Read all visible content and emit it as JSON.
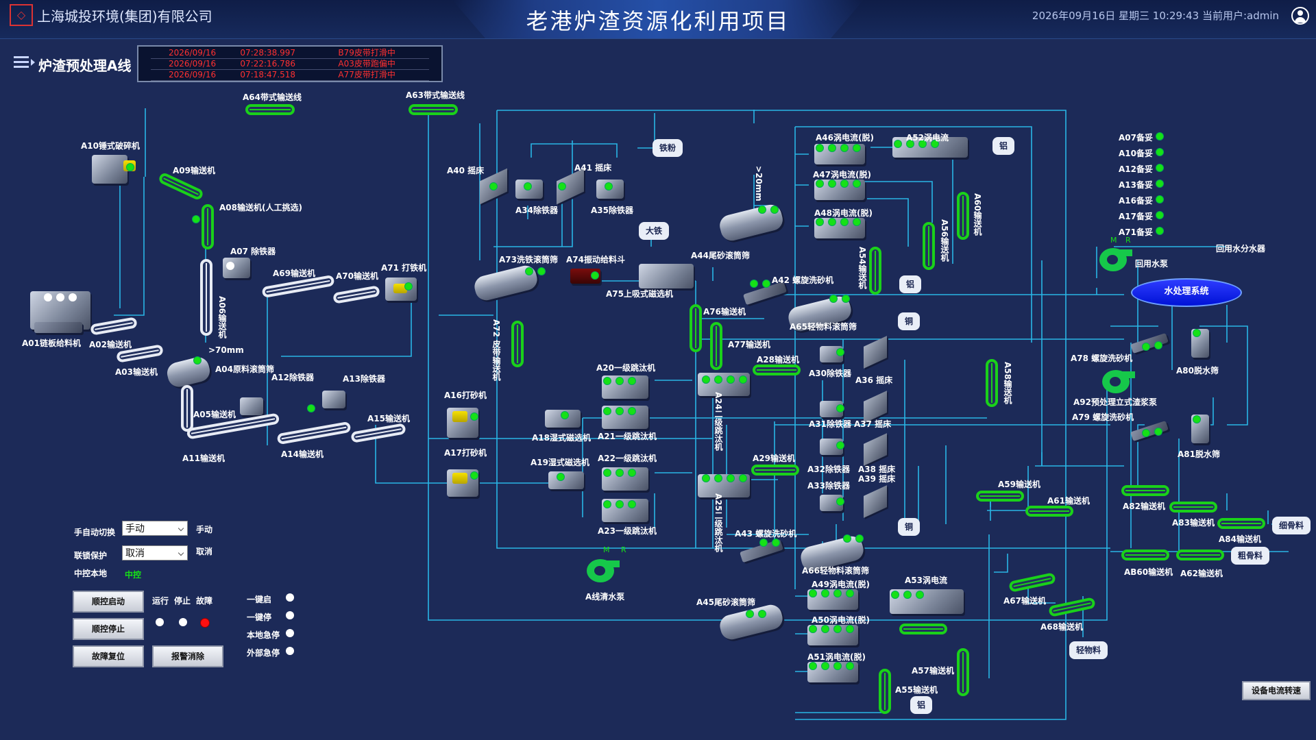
{
  "header": {
    "company": "上海城投环境(集团)有限公司",
    "title": "老港炉渣资源化利用项目",
    "datetime": "2026年09月16日  星期三  10:29:43  当前用户:admin"
  },
  "line_title": "炉渣预处理A线",
  "alarms": [
    {
      "date": "2026/09/16",
      "time": "07:28:38.997",
      "msg": "B79皮带打滑中"
    },
    {
      "date": "2026/09/16",
      "time": "07:22:16.786",
      "msg": "A03皮带跑偏中"
    },
    {
      "date": "2026/09/16",
      "time": "07:18:47.518",
      "msg": "A77皮带打滑中"
    }
  ],
  "labels": {
    "a01": "A01链板给料机",
    "a02": "A02输送机",
    "a03": "A03输送机",
    "a04": "A04原料滚筒筛",
    "a05": "A05输送机",
    "a06": "A06输送机",
    "a07": "A07 除铁器",
    "a08": "A08输送机(人工挑选)",
    "a09": "A09输送机",
    "a10": "A10锤式破碎机",
    "a11": "A11输送机",
    "a12": "A12除铁器",
    "a13": "A13除铁器",
    "a14": "A14输送机",
    "a15": "A15输送机",
    "a16": "A16打砂机",
    "a17": "A17打砂机",
    "a18": "A18湿式磁选机",
    "a19": "A19湿式磁选机",
    "a20": "A20一级跳汰机",
    "a21": "A21一级跳汰机",
    "a22": "A22一级跳汰机",
    "a23": "A23一级跳汰机",
    "a24": "A24二级跳汰机",
    "a25": "A25二级跳汰机",
    "a28": "A28输送机",
    "a29": "A29输送机",
    "a30": "A30除铁器",
    "a31": "A31除铁器",
    "a32": "A32除铁器",
    "a33": "A33除铁器",
    "a34": "A34除铁器",
    "a35": "A35除铁器",
    "a36": "A36 摇床",
    "a37": "A37 摇床",
    "a38": "A38 摇床",
    "a39": "A39 摇床",
    "a40": "A40 摇床",
    "a41": "A41 摇床",
    "a42": "A42 螺旋洗砂机",
    "a43": "A43 螺旋洗砂机",
    "a44": "A44尾砂滚筒筛",
    "a45": "A45尾砂滚筒筛",
    "a46": "A46涡电流(脱)",
    "a47": "A47涡电流(脱)",
    "a48": "A48涡电流(脱)",
    "a49": "A49涡电流(脱)",
    "a50": "A50涡电流(脱)",
    "a51": "A51涡电流(脱)",
    "a52": "A52涡电流",
    "a53": "A53涡电流",
    "a54": "A54输送机",
    "a55": "A55输送机",
    "a56": "A56输送机",
    "a57": "A57输送机",
    "a58": "A58输送机",
    "a59": "A59输送机",
    "a60": "A60输送机",
    "a61": "A61输送机",
    "a62": "A62输送机",
    "a63": "A63带式输送线",
    "a64": "A64带式输送线",
    "a65": "A65轻物料滚筒筛",
    "a66": "A66轻物料滚筒筛",
    "a67": "A67输送机",
    "a68": "A68输送机",
    "a69": "A69输送机",
    "a70": "A70输送机",
    "a71": "A71 打铁机",
    "a72": "A72 皮带输送机",
    "a73": "A73洗铁滚筒筛",
    "a74": "A74振动给料斗",
    "a75": "A75上吸式磁选机",
    "a76": "A76输送机",
    "a77": "A77输送机",
    "a78": "A78 螺旋洗砂机",
    "a79": "A79 螺旋洗砂机",
    "a80": "A80脱水筛",
    "a81": "A81脱水筛",
    "a82": "A82输送机",
    "a83": "A83输送机",
    "a84": "A84输送机",
    "ab60": "AB60输送机",
    "a92": "A92预处理立式渣浆泵",
    "pump_a": "A线清水泵",
    "gt70": ">70mm",
    "gt20": ">20mm",
    "return_pump": "回用水泵",
    "return_split": "回用水分水器"
  },
  "products": {
    "iron_powder": "铁粉",
    "big_iron": "大铁",
    "al1": "铝",
    "al2": "铝",
    "al3": "铝",
    "cu1": "铜",
    "cu2": "铜",
    "fine": "细骨料",
    "coarse": "粗骨料",
    "light": "轻物料"
  },
  "water_system": "水处理系统",
  "pump_marks": {
    "m": "M",
    "r": "R"
  },
  "standby": [
    "A07备妥",
    "A10备妥",
    "A12备妥",
    "A13备妥",
    "A16备妥",
    "A17备妥",
    "A71备妥"
  ],
  "controls": {
    "mode_label": "手自动切换",
    "mode_value": "手动",
    "mode_status": "手动",
    "lock_label": "联锁保护",
    "lock_value": "取消",
    "lock_status": "取消",
    "central_label": "中控本地",
    "central_value": "中控",
    "seq_start": "顺控启动",
    "seq_stop": "顺控停止",
    "fault_reset": "故障复位",
    "alarm_clear": "报警消除",
    "status_run": "运行",
    "status_stop": "停止",
    "status_fault": "故障",
    "one_start": "一键启",
    "one_stop": "一键停",
    "local_estop": "本地急停",
    "ext_estop": "外部急停",
    "current_btn": "设备电流转速"
  },
  "colors": {
    "running": "#16e116",
    "stopped": "#ffffff",
    "fault": "#ff0000",
    "pipe": "#29b6e6"
  }
}
